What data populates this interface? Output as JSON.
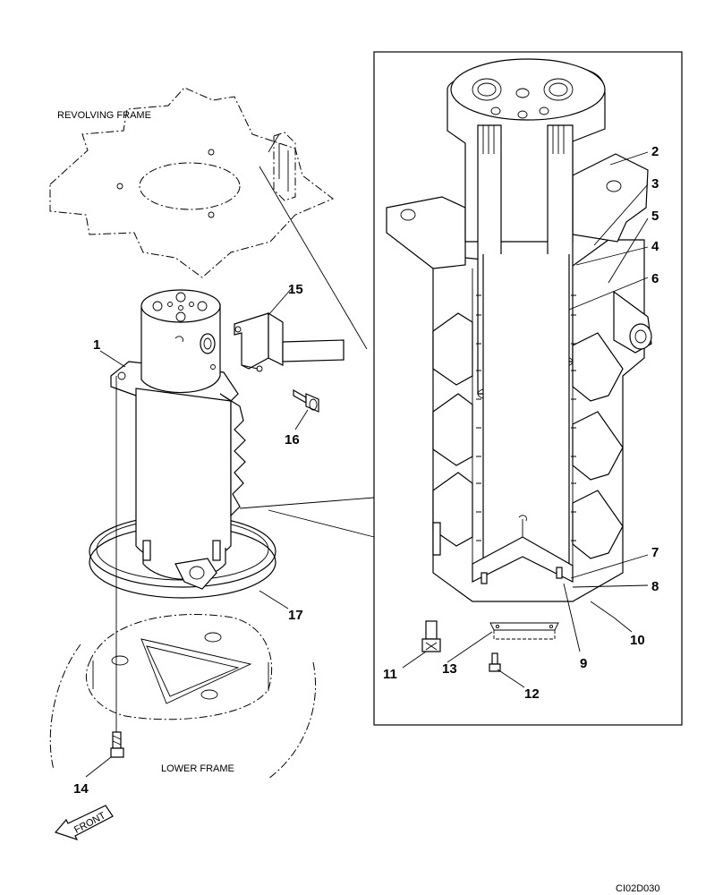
{
  "labels": {
    "revolving_frame": "REVOLVING FRAME",
    "lower_frame": "LOWER FRAME",
    "front": "FRONT",
    "drawing_code": "CI02D030"
  },
  "parts": [
    {
      "key": "p1",
      "num": "1"
    },
    {
      "key": "p2",
      "num": "2"
    },
    {
      "key": "p3",
      "num": "3"
    },
    {
      "key": "p4",
      "num": "4"
    },
    {
      "key": "p5",
      "num": "5"
    },
    {
      "key": "p6",
      "num": "6"
    },
    {
      "key": "p7",
      "num": "7"
    },
    {
      "key": "p8",
      "num": "8"
    },
    {
      "key": "p9",
      "num": "9"
    },
    {
      "key": "p10",
      "num": "10"
    },
    {
      "key": "p11",
      "num": "11"
    },
    {
      "key": "p12",
      "num": "12"
    },
    {
      "key": "p13",
      "num": "13"
    },
    {
      "key": "p14",
      "num": "14"
    },
    {
      "key": "p15",
      "num": "15"
    },
    {
      "key": "p16",
      "num": "16"
    },
    {
      "key": "p17",
      "num": "17"
    }
  ]
}
